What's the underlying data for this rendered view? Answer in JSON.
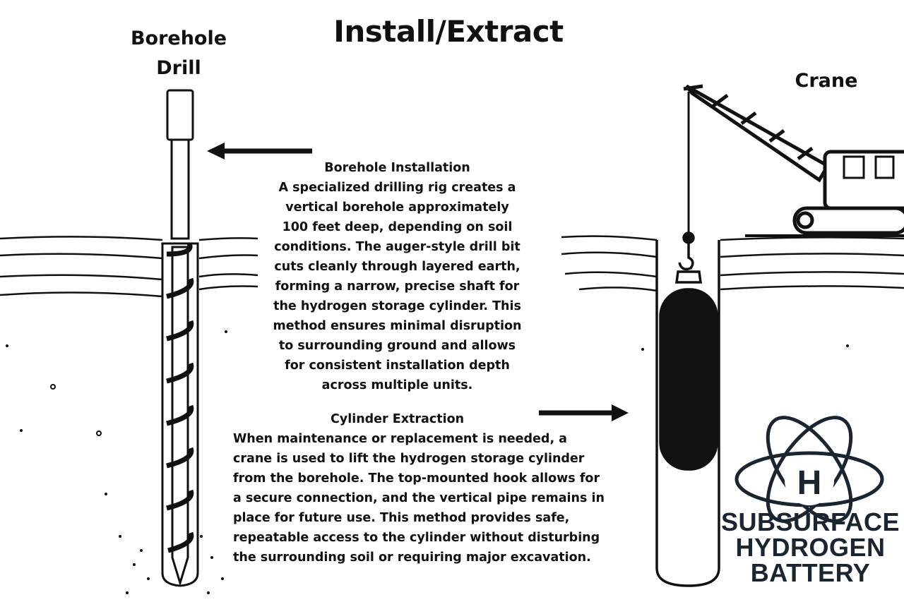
{
  "title": "Install/Extract",
  "drill_label": [
    "Borehole",
    "Drill"
  ],
  "crane_label": "Crane",
  "installation": {
    "heading": "Borehole Installation",
    "lines": [
      "A specialized drilling rig creates a",
      "vertical borehole approximately",
      "100 feet deep, depending on soil",
      "conditions. The auger-style drill bit",
      "cuts cleanly through layered earth,",
      "forming a narrow, precise shaft for",
      "the hydrogen storage cylinder. This",
      "method ensures minimal disruption",
      "to surrounding ground and allows",
      "for consistent installation depth",
      "across multiple units."
    ]
  },
  "extraction": {
    "heading": "Cylinder Extraction",
    "lines": [
      "When maintenance or replacement is needed, a",
      "crane is used to lift the hydrogen storage cylinder",
      "from the borehole. The top-mounted hook allows for",
      "a secure connection, and the vertical pipe remains in",
      "place for future use. This method provides safe,",
      "repeatable access to the cylinder without disturbing",
      "the surrounding soil or requiring major excavation."
    ]
  },
  "logo": {
    "symbol": "H",
    "lines": [
      "SUBSURFACE",
      "HYDROGEN",
      "BATTERY"
    ],
    "color": "#1a2530"
  }
}
